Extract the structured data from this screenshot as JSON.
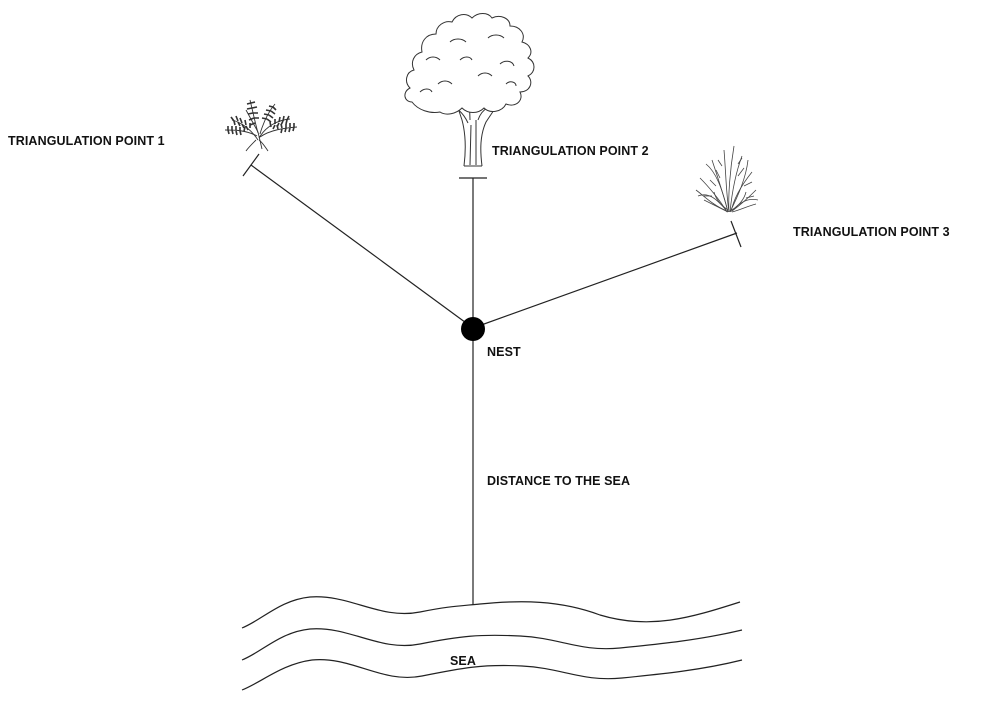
{
  "diagram": {
    "labels": {
      "tp1": "TRIANGULATION POINT 1",
      "tp2": "TRIANGULATION POINT 2",
      "tp3": "TRIANGULATION POINT 3",
      "nest": "NEST",
      "distance": "DISTANCE TO THE SEA",
      "sea": "SEA"
    },
    "icons": {
      "tp1": "fern-icon",
      "tp2": "tree-icon",
      "tp3": "shrub-icon"
    },
    "colors": {
      "line": "#222222",
      "nest": "#000000",
      "background": "#ffffff"
    }
  }
}
